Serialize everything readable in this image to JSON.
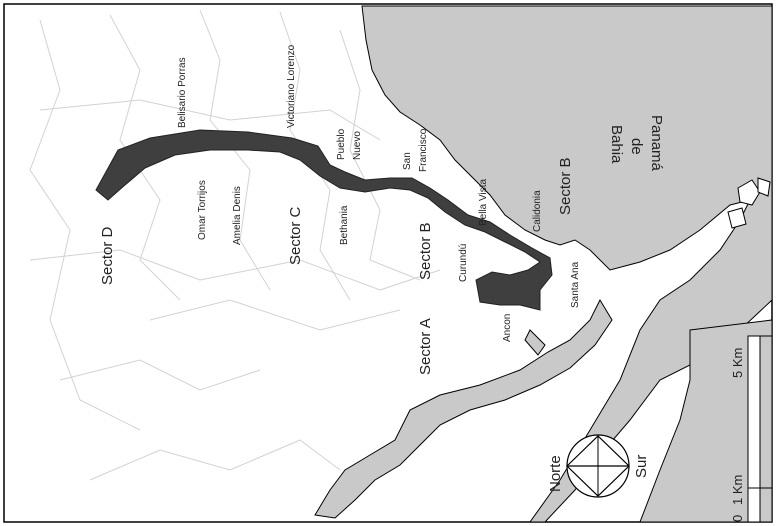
{
  "map": {
    "water_body": [
      "Bahia",
      "de",
      "Panamá"
    ],
    "sectors": {
      "a": "Sector A",
      "b_land": "Sector B",
      "b_bay": "Sector B",
      "c": "Sector C",
      "d": "Sector D"
    },
    "places": {
      "belisario_porras": "Belisario Porras",
      "victoriano_lorenzo": "Victoriano Lorenzo",
      "omar_torrijos": "Omar Torrijos",
      "amelia_denis": "Amelia Denis",
      "pueblo": "Pueblo",
      "nuevo": "Nuevo",
      "bethania": "Bethania",
      "san": "San",
      "francisco": "Francisco",
      "bella_vista": "Bella Vista",
      "calidonia": "Calidonia",
      "curundu": "Curundú",
      "santa_ana": "Santa Ana",
      "ancon": "Ancon"
    },
    "compass": {
      "north": "Norte",
      "south": "Sur"
    },
    "scale": {
      "label_start": "0",
      "label_mid": "1 Km",
      "label_end": "5 Km"
    },
    "colors": {
      "water": "#c9c9c9",
      "sector_fill": "#3f3f3f",
      "boundary": "#cfcfcf",
      "frame": "#000000"
    }
  }
}
